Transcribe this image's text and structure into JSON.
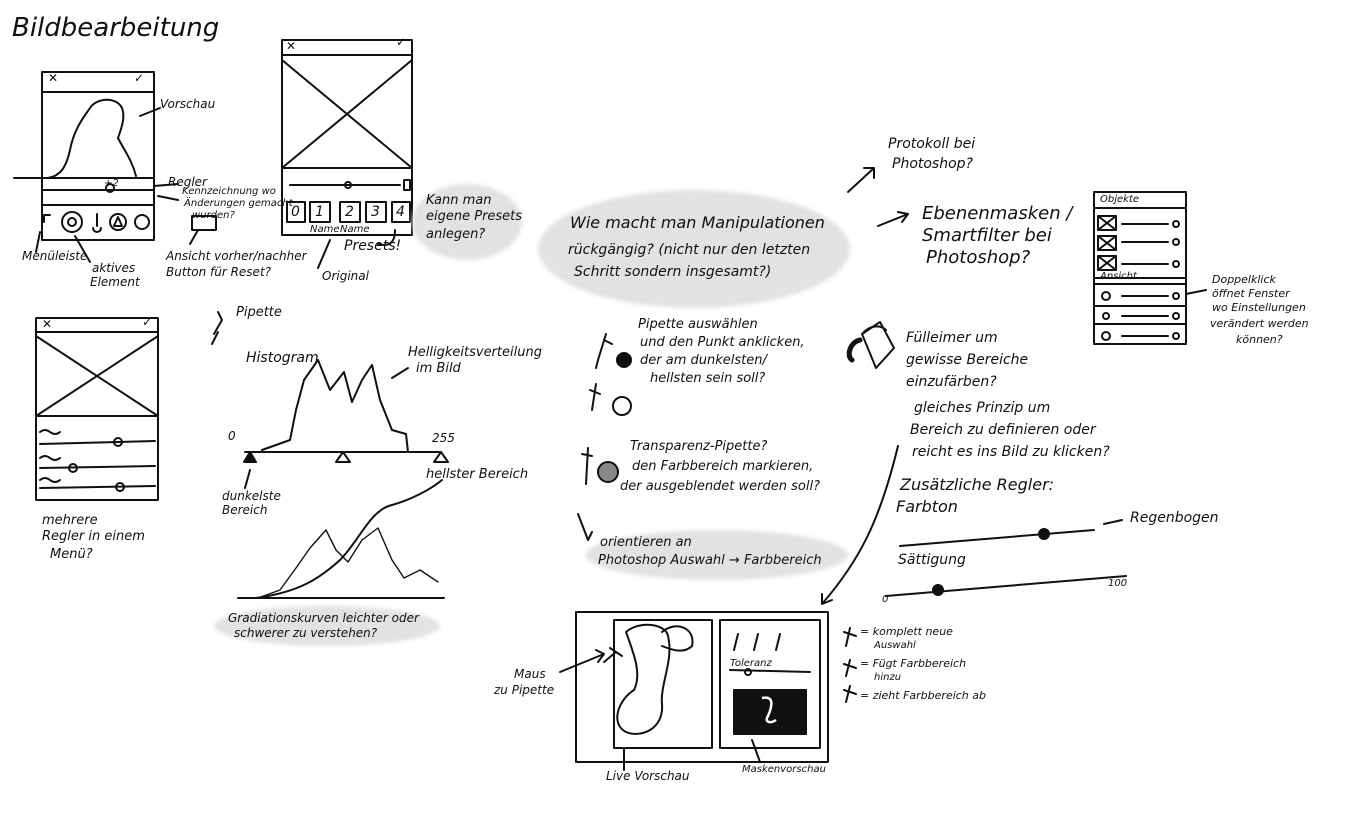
{
  "title": "Bildbearbeitung",
  "sketch1": {
    "close": "✕",
    "check": "✓",
    "vorschau": "Vorschau",
    "regler": "Regler",
    "regler_value": "+2",
    "kennzeichnung": [
      "Kennzeichnung wo",
      "Änderungen gemacht",
      "wurden?"
    ],
    "menueleiste": "Menüleiste",
    "aktives": [
      "aktives",
      "Element"
    ],
    "ansicht": [
      "Ansicht vorher/nachher",
      "Button für Reset?"
    ]
  },
  "sketch2": {
    "close": "✕",
    "check": "✓",
    "preset_labels": [
      "0",
      "1",
      "2",
      "3",
      "4"
    ],
    "preset_names": [
      "Name",
      "Name"
    ],
    "presets": "Presets!",
    "original": "Original",
    "kann_man": [
      "Kann man",
      "eigene Presets",
      "anlegen?"
    ]
  },
  "sketch3": {
    "close": "✕",
    "check": "✓",
    "mehrere": [
      "mehrere",
      "Regler in einem",
      "Menü?"
    ]
  },
  "histogram": {
    "pipette": "Pipette",
    "title": "Histogram",
    "helligkeit": [
      "Helligkeitsverteilung",
      "im Bild"
    ],
    "min": "0",
    "max": "255",
    "dunkelste": [
      "dunkelste",
      "Bereich"
    ],
    "hellste": "hellster Bereich",
    "gradation": [
      "Gradiationskurven leichter oder",
      "schwerer zu verstehen?"
    ]
  },
  "center": {
    "question": [
      "Wie macht man Manipulationen",
      "rückgängig? (nicht nur den letzten",
      "Schritt sondern insgesamt?)"
    ],
    "pipette_select": [
      "Pipette auswählen",
      "und den Punkt anklicken,",
      "der am dunkelsten/",
      "hellsten sein soll?"
    ],
    "transparenz": [
      "Transparenz-Pipette?",
      "den Farbbereich markieren,",
      "der ausgeblendet werden soll?"
    ],
    "orientieren": [
      "orientieren an",
      "Photoshop Auswahl → Farbbereich"
    ]
  },
  "right": {
    "protokoll": [
      "Protokoll bei",
      "Photoshop?"
    ],
    "ebenen": [
      "Ebenenmasken /",
      "Smartfilter bei",
      "Photoshop?"
    ],
    "objekte": "Objekte",
    "ansicht": "Ansicht",
    "doppelklick": [
      "Doppelklick",
      "öffnet Fenster",
      "wo Einstellungen",
      "verändert werden",
      "können?"
    ],
    "fuelleimer": [
      "Fülleimer um",
      "gewisse Bereiche",
      "einzufärben?"
    ],
    "gleiches": [
      "gleiches Prinzip um",
      "Bereich zu definieren oder",
      "reicht es ins Bild zu klicken?"
    ],
    "zusaetzlich": [
      "Zusätzliche Regler:",
      "Farbton"
    ],
    "regenbogen": "Regenbogen",
    "saettigung": "Sättigung",
    "sat_min": "0",
    "sat_max": "100"
  },
  "bottom": {
    "maus": [
      "Maus",
      "zu Pipette"
    ],
    "live": "Live Vorschau",
    "masken": "Maskenvorschau",
    "toleranz": "Toleranz",
    "legend": [
      {
        "glyph": "✒",
        "label": [
          "= komplett neue",
          "Auswahl"
        ]
      },
      {
        "glyph": "✒+",
        "label": [
          "= Fügt Farbbereich",
          "hinzu"
        ]
      },
      {
        "glyph": "✒-",
        "label": [
          "= zieht Farbbereich ab"
        ]
      }
    ]
  }
}
